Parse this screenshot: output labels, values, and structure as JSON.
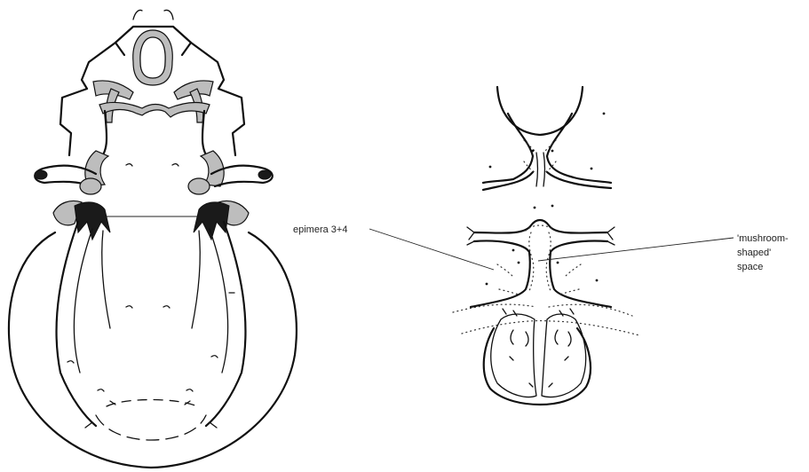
{
  "labels": {
    "epimera": "epimera 3+4",
    "mushroom_line1": "'mushroom-",
    "mushroom_line2": "shaped'",
    "mushroom_line3": "space"
  }
}
